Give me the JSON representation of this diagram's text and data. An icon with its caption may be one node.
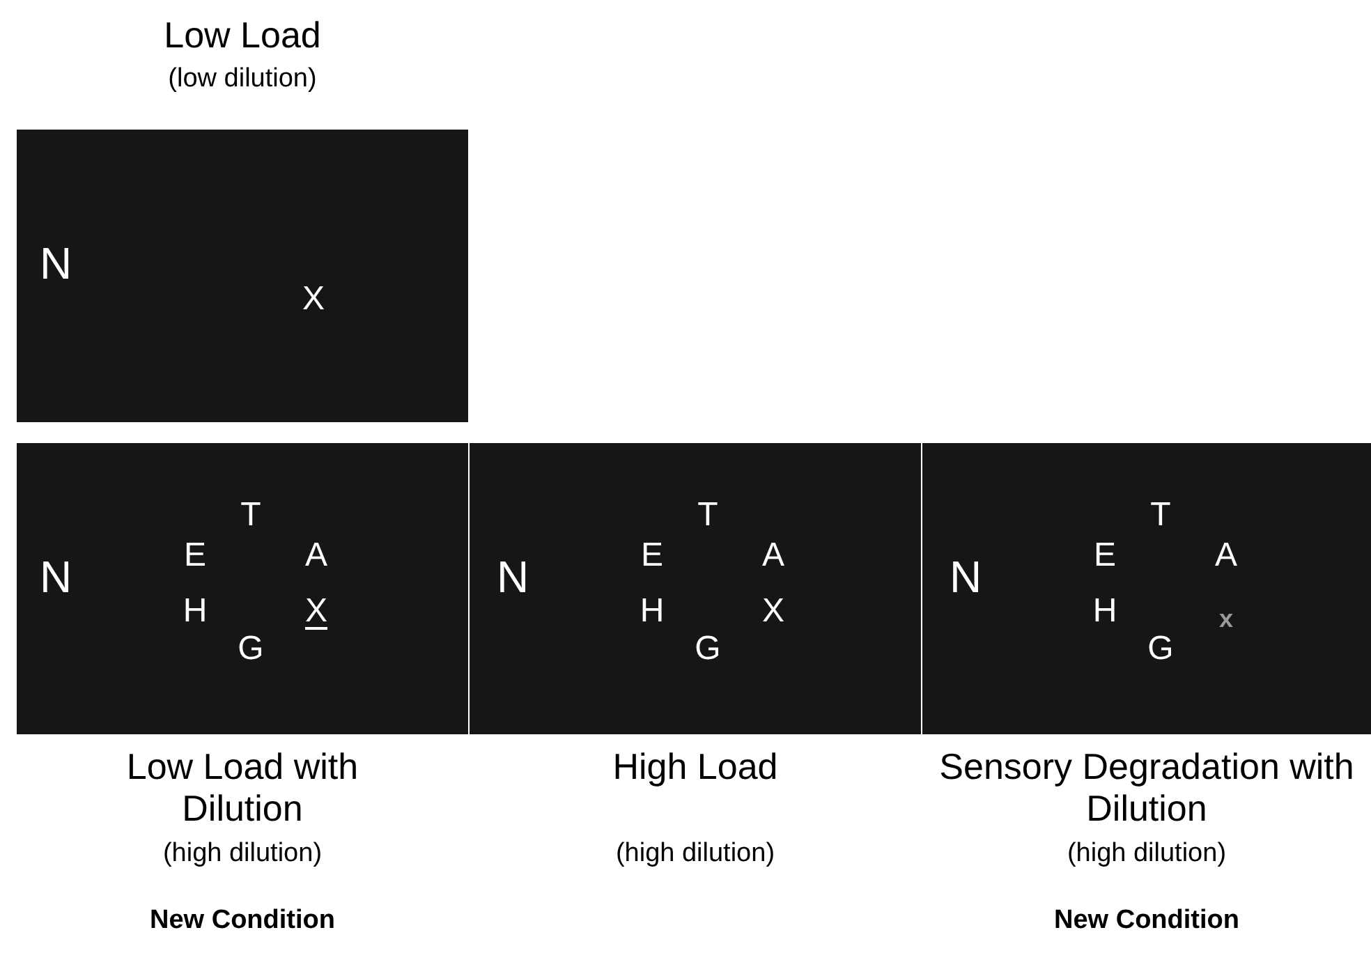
{
  "diagram": {
    "nodes": [
      {
        "text": [
          "Low Load",
          "(low dilution)",
          "N",
          "X"
        ]
      },
      {
        "text": [
          "Low Load with Dilution",
          "(high dilution)",
          "New Condition",
          "N",
          "T",
          "E",
          "A",
          "H",
          "X",
          "G"
        ]
      },
      {
        "text": [
          "High Load",
          "(high dilution)",
          "N",
          "T",
          "E",
          "A",
          "H",
          "X",
          "G"
        ]
      },
      {
        "text": [
          "Sensory Degradation with Dilution",
          "(high dilution)",
          "New Condition",
          "N",
          "T",
          "E",
          "A",
          "H",
          "x",
          "G"
        ]
      }
    ]
  }
}
